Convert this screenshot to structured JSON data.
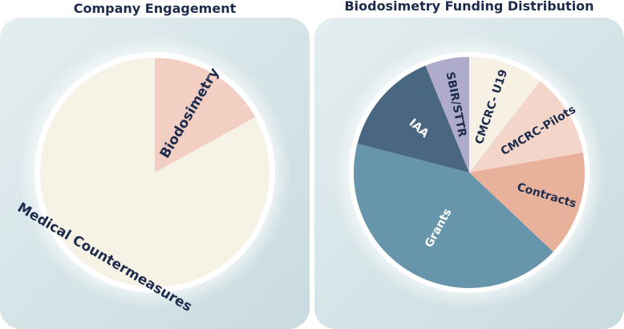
{
  "chart_data": [
    {
      "type": "pie",
      "title": "Company Engagement",
      "categories": [
        "Biodosimetry",
        "Medical Countermeasures"
      ],
      "values": [
        17,
        83
      ],
      "colors": [
        "#f2cfc2",
        "#f7f2e6"
      ],
      "label_colors": [
        "#1d2b4c",
        "#1d2b4c"
      ]
    },
    {
      "type": "pie",
      "title": "Biodosimetry Funding Distribution",
      "categories": [
        "CMCRC- U19",
        "CMCRC-Pilots",
        "Contracts",
        "Grants",
        "IAA",
        "SBIR/STTR"
      ],
      "values": [
        8.5,
        9.5,
        12,
        34,
        12,
        5
      ],
      "colors": [
        "#f6f1e4",
        "#f3d5ca",
        "#e8b19c",
        "#6795ab",
        "#4a6782",
        "#aeabcb"
      ],
      "label_colors": [
        "#1d2b4c",
        "#1d2b4c",
        "#1d2b4c",
        "#ffffff",
        "#ffffff",
        "#1d2b4c"
      ]
    }
  ]
}
